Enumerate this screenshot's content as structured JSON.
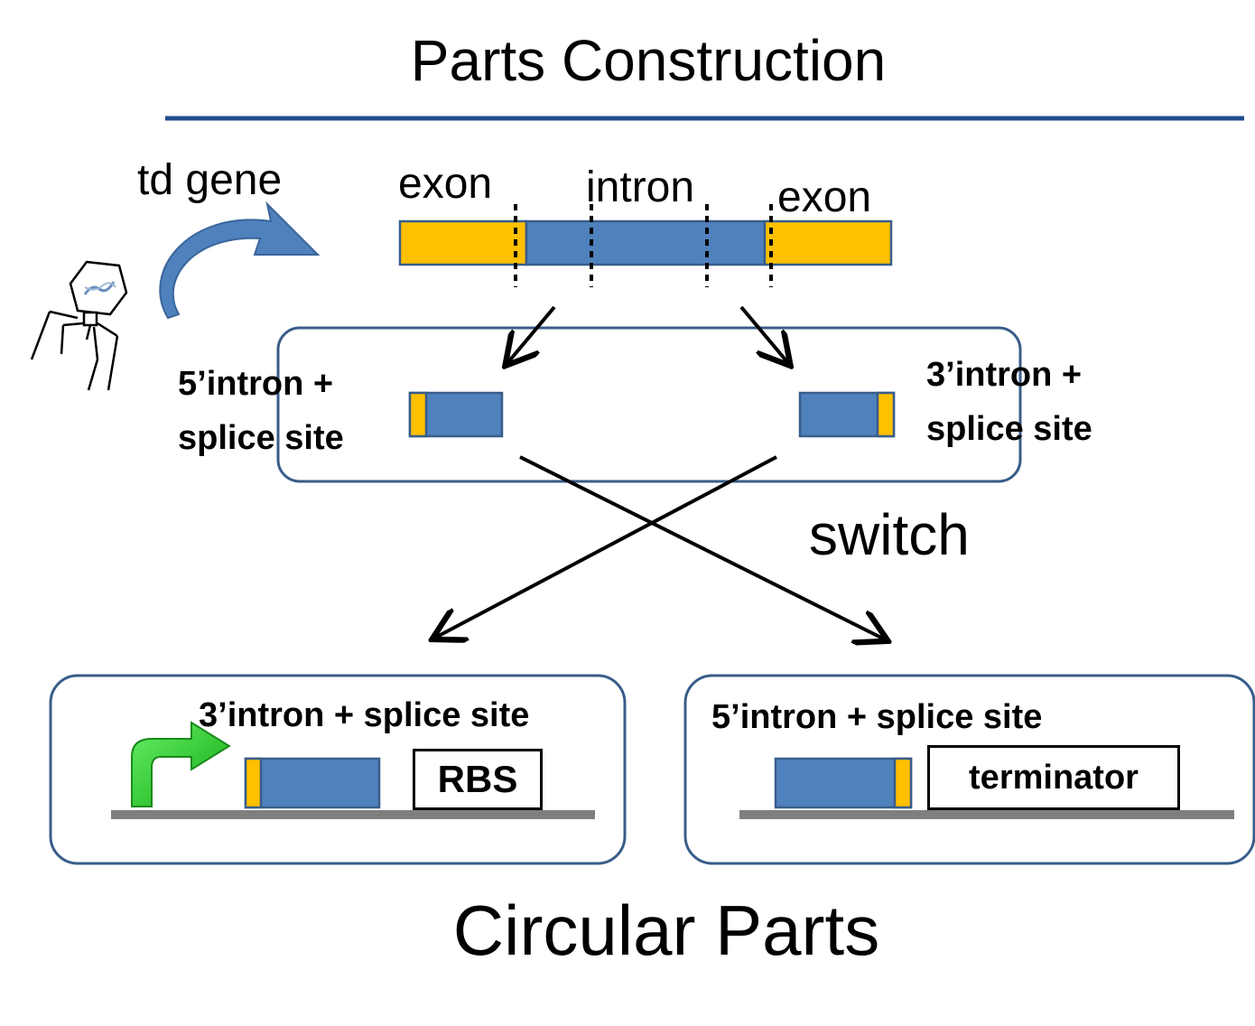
{
  "title": "Parts Construction",
  "footer": "Circular Parts",
  "gene_label": "td gene",
  "segments": {
    "exon_left": "exon",
    "intron": "intron",
    "exon_right": "exon"
  },
  "middle": {
    "left_label_line1": "5’intron +",
    "left_label_line2": "splice site",
    "right_label_line1": "3’intron +",
    "right_label_line2": "splice site"
  },
  "switch_label": "switch",
  "bottom_left": {
    "label": "3’intron + splice site",
    "box_label": "RBS"
  },
  "bottom_right": {
    "label": "5’intron + splice site",
    "box_label": "terminator"
  },
  "colors": {
    "exon": "#ffc000",
    "intron": "#4f81bd",
    "box_border": "#385d8a",
    "rule": "#1f4e8c",
    "promoter_arrow": "#22cc22",
    "backbone": "#7f7f7f"
  }
}
